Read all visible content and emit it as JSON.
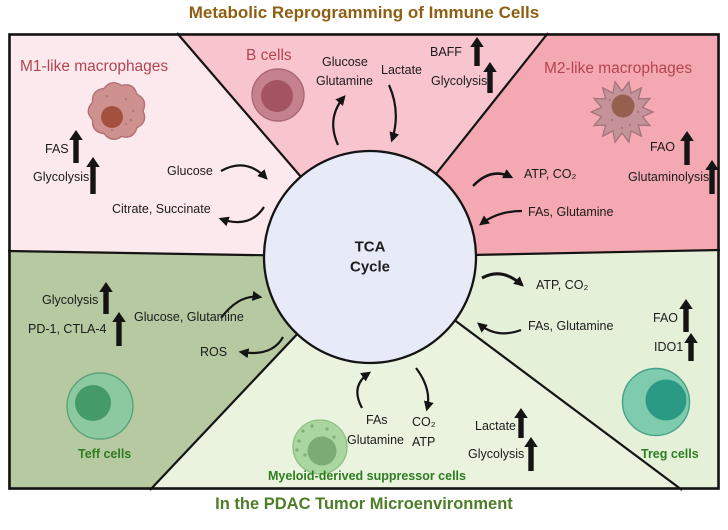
{
  "diagram": {
    "title_top": "Metabolic Reprogramming of Immune Cells",
    "title_bottom": "In the PDAC Tumor Microenvironment",
    "center_circle": {
      "line1": "TCA",
      "line2": "Cycle"
    }
  },
  "colors": {
    "title_top": "#8e5e12",
    "title_bottom": "#4e7d28",
    "sector_heading_red": "#b5444f",
    "cell_label_green": "#2e7d22",
    "m1_sector_bg": "#fce9ed",
    "b_sector_bg": "#f8c5cf",
    "m2_sector_bg": "#f4a9b2",
    "teff_sector_bg": "#b6c9a1",
    "mdsc_sector_bg": "#eaf3de",
    "treg_sector_bg": "#e5f0d9",
    "tca_circle_bg": "#e7ebf7",
    "line_black": "#141414"
  },
  "sectors": {
    "m1_macrophages": {
      "title": "M1-like macrophages",
      "cell_icon": "m1-macrophage-cell",
      "up_arrows": [
        {
          "label": "FAS",
          "icon": "up-arrow"
        },
        {
          "label": "Glycolysis",
          "icon": "up-arrow"
        }
      ],
      "into_tca": "Glucose",
      "out_of_tca": "Citrate、Succinate"
    },
    "b_cells": {
      "title": "B cells",
      "cell_icon": "b-cell",
      "into_tca_line1": "Glucose",
      "into_tca_line2": "Glutamine",
      "out_of_tca": "Lactate",
      "up_arrows": [
        {
          "label": "BAFF",
          "icon": "up-arrow"
        },
        {
          "label": "Glycolysis",
          "icon": "up-arrow"
        }
      ]
    },
    "m2_macrophages": {
      "title": "M2-like macrophages",
      "cell_icon": "m2-macrophage-cell",
      "up_arrows": [
        {
          "label": "FAO",
          "icon": "up-arrow"
        },
        {
          "label": "Glutaminolysis",
          "icon": "up-arrow"
        }
      ],
      "out_of_tca": "ATP、CO₂",
      "into_tca": "FAs、Glutamine"
    },
    "teff_cells": {
      "label": "Teff cells",
      "cell_icon": "teff-cell",
      "up_arrows": [
        {
          "label": "Glycolysis",
          "icon": "up-arrow"
        },
        {
          "label": "PD-1、CTLA-4",
          "icon": "up-arrow"
        }
      ],
      "into_tca": "Glucose、Glutamine",
      "out_of_tca": "ROS"
    },
    "mdsc": {
      "label": "Myeloid-derived suppressor cells",
      "cell_icon": "mdsc-cell",
      "into_tca_line1": "FAs",
      "into_tca_line2": "Glutamine",
      "out_of_tca_line1": "CO₂",
      "out_of_tca_line2": "ATP",
      "up_arrows": [
        {
          "label": "Lactate",
          "icon": "up-arrow"
        },
        {
          "label": "Glycolysis",
          "icon": "up-arrow"
        }
      ]
    },
    "treg_cells": {
      "label": "Treg cells",
      "cell_icon": "treg-cell",
      "out_of_tca": "ATP、CO₂",
      "into_tca": "FAs、Glutamine",
      "up_arrows": [
        {
          "label": "FAO",
          "icon": "up-arrow"
        },
        {
          "label": "IDO1",
          "icon": "up-arrow"
        }
      ]
    }
  }
}
